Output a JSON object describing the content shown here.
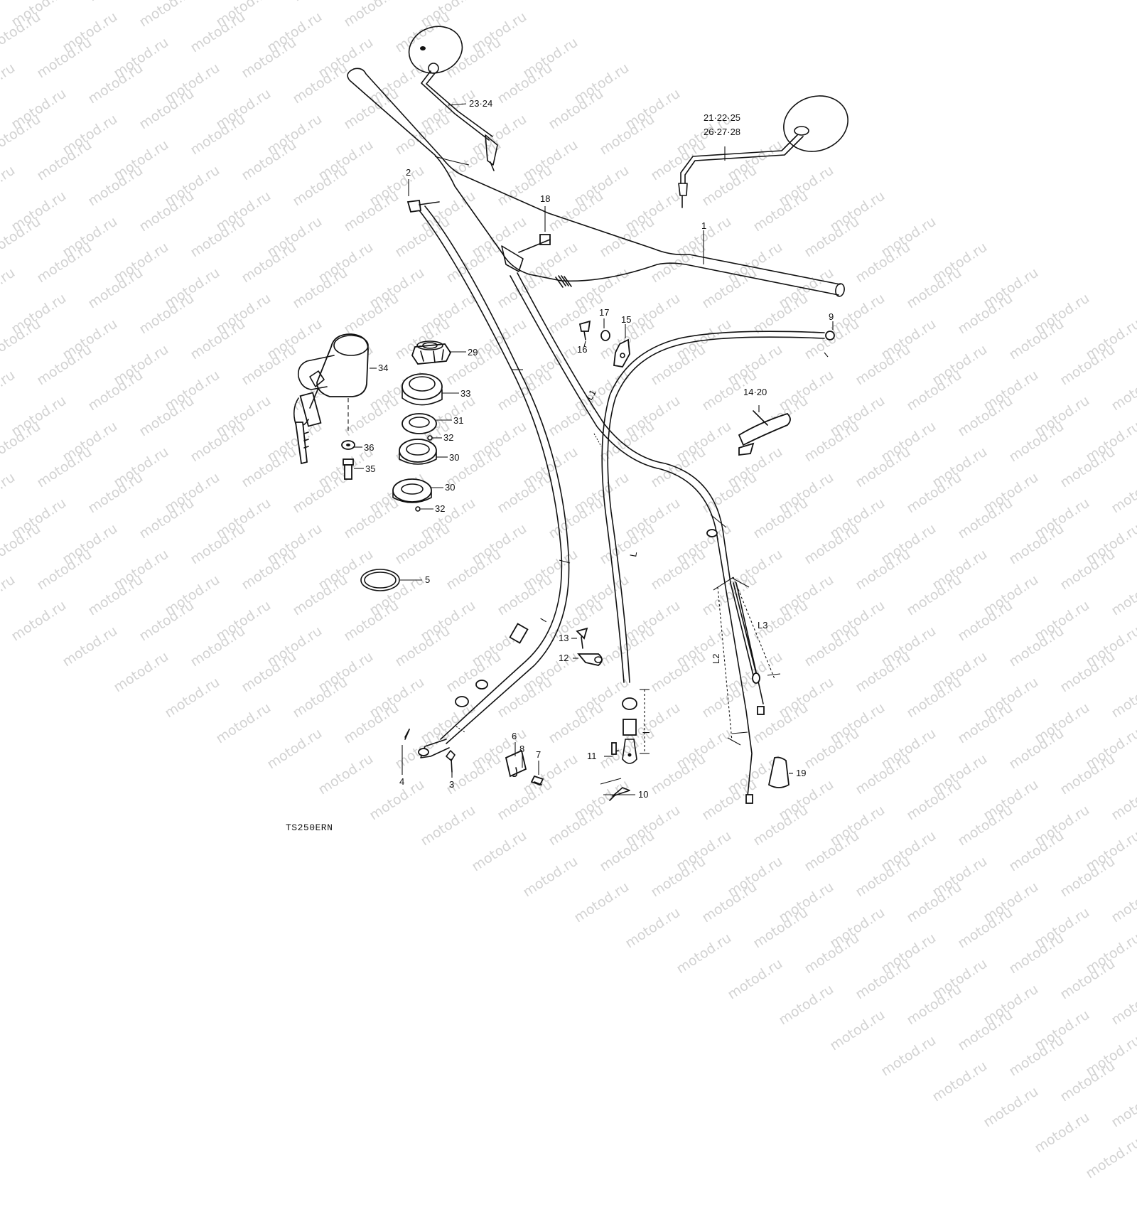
{
  "watermark": "motod.ru",
  "diagram_code": "TS250ERN",
  "labels": {
    "p1": "1",
    "p2": "2",
    "p3": "3",
    "p4": "4",
    "p5": "5",
    "p6": "6",
    "p7": "7",
    "p8": "8",
    "p9": "9",
    "p10": "10",
    "p11": "11",
    "p12": "12",
    "p13": "13",
    "p14_20": "14·20",
    "p15": "15",
    "p16": "16",
    "p17": "17",
    "p18": "18",
    "p19": "19",
    "p21_line1": "21·22·25",
    "p21_line2": "26·27·28",
    "p23_24": "23·24",
    "p29": "29",
    "p30a": "30",
    "p30b": "30",
    "p31": "31",
    "p32a": "32",
    "p32b": "32",
    "p33": "33",
    "p34": "34",
    "p35": "35",
    "p36": "36",
    "L": "L",
    "L1": "L1",
    "L2": "L2",
    "L3": "L3",
    "l_a": "l",
    "l_b": "l"
  },
  "colors": {
    "ink": "#111111",
    "watermark": "#d2d2d2",
    "background": "#ffffff"
  }
}
